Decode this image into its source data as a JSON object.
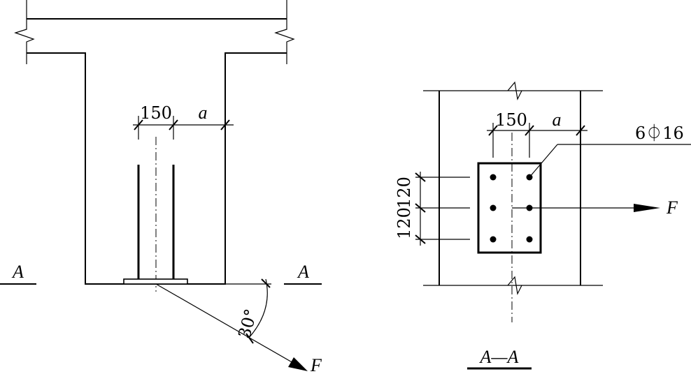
{
  "elevation": {
    "dim_150": "150",
    "dim_a": "a",
    "section_label_left": "A",
    "section_label_right": "A",
    "angle": "30°",
    "force": "F"
  },
  "section": {
    "dim_150": "150",
    "dim_a": "a",
    "dim_120_top": "120",
    "dim_120_bottom": "120",
    "rebar": "6⏀16",
    "force": "F",
    "title": "A—A"
  }
}
